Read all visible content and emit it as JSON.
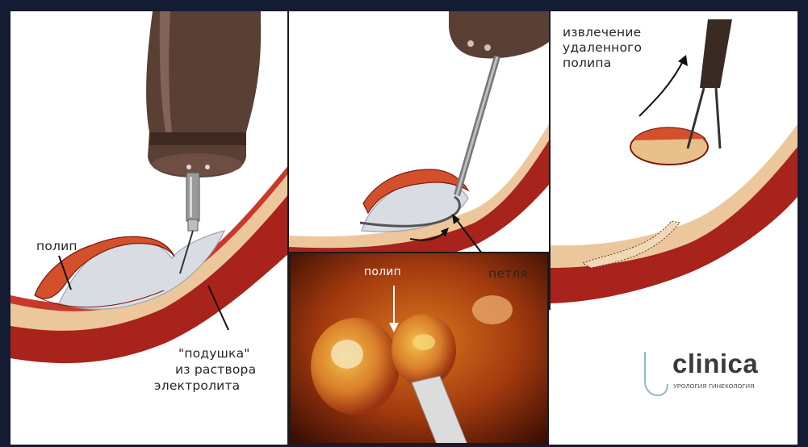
{
  "labels": {
    "polyp_left": "полип",
    "cushion_line1": "\"подушка\"",
    "cushion_line2": "из раствора",
    "cushion_line3": "электролита",
    "loop": "петля",
    "polyp_photo": "полип",
    "extraction_line1": "извлечение",
    "extraction_line2": "удаленного",
    "extraction_line3": "полипа"
  },
  "logo": {
    "name": "clinica",
    "tagline": "УРОЛОГИЯ ГИНЕКОЛОГИЯ",
    "color": "#3a3a3a",
    "accent": "#8fb9c9"
  },
  "colors": {
    "frame": "#141c33",
    "tissue_outer": "#b2241c",
    "tissue_inner": "#e9c9a3",
    "polyp": "#d4502c",
    "cushion": "#d9dde3",
    "instrument": "#5a3f35"
  }
}
